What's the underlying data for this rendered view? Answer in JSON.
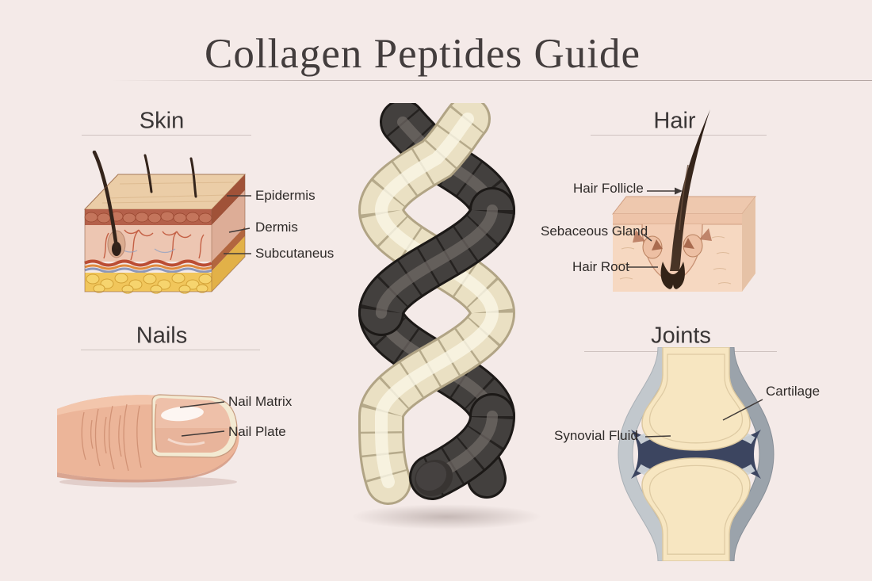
{
  "title": "Collagen Peptides Guide",
  "sections": {
    "skin": {
      "heading": "Skin",
      "labels": {
        "epidermis": "Epidermis",
        "dermis": "Dermis",
        "subcutaneus": "Subcutaneus"
      }
    },
    "hair": {
      "heading": "Hair",
      "labels": {
        "follicle": "Hair Follicle",
        "sebaceous": "Sebaceous Gland",
        "root": "Hair Root"
      }
    },
    "nails": {
      "heading": "Nails",
      "labels": {
        "matrix": "Nail Matrix",
        "plate": "Nail Plate"
      }
    },
    "joints": {
      "heading": "Joints",
      "labels": {
        "cartilage": "Cartilage",
        "synovial": "Synovial Fluid"
      }
    }
  },
  "illustrations": {
    "center": "collagen-peptide-double-helix",
    "skin": "skin-cross-section",
    "hair": "hair-follicle-cross-section",
    "nails": "fingernail-side-view",
    "joints": "synovial-joint-cross-section"
  },
  "colors": {
    "background": "#f4eae8",
    "title_text": "#433d3d",
    "heading_text": "#3a3636",
    "label_text": "#2e2a28",
    "leader_line": "#403a38",
    "helix_dark": "#43403e",
    "helix_cream": "#eae0c3",
    "skin_epidermis": "#b4604a",
    "skin_dermis": "#edc6b2",
    "skin_fat": "#f1c65b",
    "bone": "#f7e6c1",
    "cartilage_gray": "#c2c8cd",
    "synovial_fluid": "#3c4560"
  }
}
